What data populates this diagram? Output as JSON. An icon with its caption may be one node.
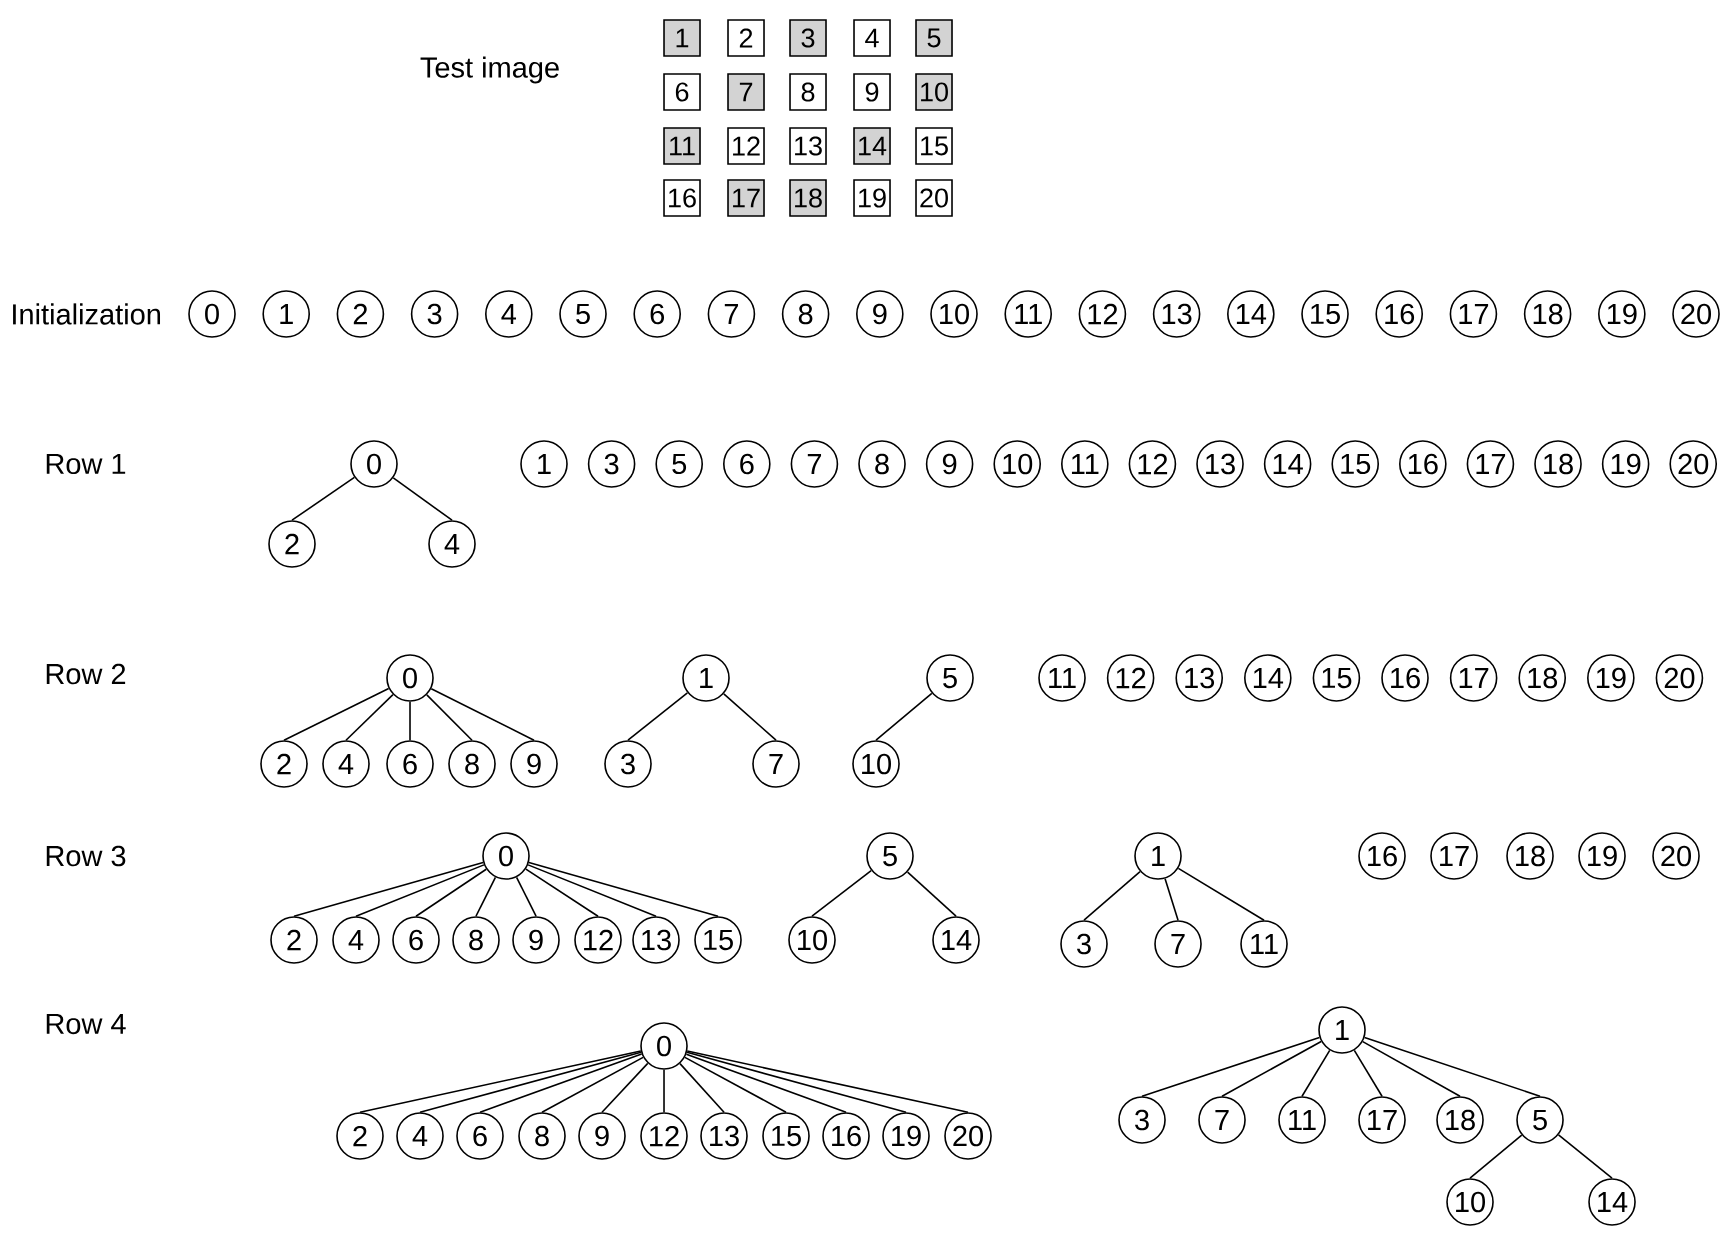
{
  "diagram": {
    "nodes": [
      {
        "text": [
          "0"
        ]
      },
      {
        "text": [
          "1"
        ]
      },
      {
        "text": [
          "2"
        ]
      },
      {
        "text": [
          "3"
        ]
      },
      {
        "text": [
          "4"
        ]
      },
      {
        "text": [
          "5"
        ]
      },
      {
        "text": [
          "6"
        ]
      },
      {
        "text": [
          "7"
        ]
      },
      {
        "text": [
          "8"
        ]
      },
      {
        "text": [
          "9"
        ]
      },
      {
        "text": [
          "10"
        ]
      },
      {
        "text": [
          "11"
        ]
      },
      {
        "text": [
          "12"
        ]
      },
      {
        "text": [
          "13"
        ]
      },
      {
        "text": [
          "14"
        ]
      },
      {
        "text": [
          "15"
        ]
      },
      {
        "text": [
          "16"
        ]
      },
      {
        "text": [
          "17"
        ]
      },
      {
        "text": [
          "18"
        ]
      },
      {
        "text": [
          "19"
        ]
      },
      {
        "text": [
          "20"
        ]
      },
      {
        "text": [
          "0"
        ]
      },
      {
        "text": [
          "2"
        ]
      },
      {
        "text": [
          "4"
        ]
      },
      {
        "text": [
          "1"
        ]
      },
      {
        "text": [
          "3"
        ]
      },
      {
        "text": [
          "5"
        ]
      },
      {
        "text": [
          "6"
        ]
      },
      {
        "text": [
          "7"
        ]
      },
      {
        "text": [
          "8"
        ]
      },
      {
        "text": [
          "9"
        ]
      },
      {
        "text": [
          "10"
        ]
      },
      {
        "text": [
          "11"
        ]
      },
      {
        "text": [
          "12"
        ]
      },
      {
        "text": [
          "13"
        ]
      },
      {
        "text": [
          "14"
        ]
      },
      {
        "text": [
          "15"
        ]
      },
      {
        "text": [
          "16"
        ]
      },
      {
        "text": [
          "17"
        ]
      },
      {
        "text": [
          "18"
        ]
      },
      {
        "text": [
          "19"
        ]
      },
      {
        "text": [
          "20"
        ]
      },
      {
        "text": [
          "0"
        ]
      },
      {
        "text": [
          "2"
        ]
      },
      {
        "text": [
          "4"
        ]
      },
      {
        "text": [
          "6"
        ]
      },
      {
        "text": [
          "8"
        ]
      },
      {
        "text": [
          "9"
        ]
      },
      {
        "text": [
          "1"
        ]
      },
      {
        "text": [
          "3"
        ]
      },
      {
        "text": [
          "7"
        ]
      },
      {
        "text": [
          "5"
        ]
      },
      {
        "text": [
          "10"
        ]
      },
      {
        "text": [
          "11"
        ]
      },
      {
        "text": [
          "12"
        ]
      },
      {
        "text": [
          "13"
        ]
      },
      {
        "text": [
          "14"
        ]
      },
      {
        "text": [
          "15"
        ]
      },
      {
        "text": [
          "16"
        ]
      },
      {
        "text": [
          "17"
        ]
      },
      {
        "text": [
          "18"
        ]
      },
      {
        "text": [
          "19"
        ]
      },
      {
        "text": [
          "20"
        ]
      },
      {
        "text": [
          "0"
        ]
      },
      {
        "text": [
          "2"
        ]
      },
      {
        "text": [
          "4"
        ]
      },
      {
        "text": [
          "6"
        ]
      },
      {
        "text": [
          "8"
        ]
      },
      {
        "text": [
          "9"
        ]
      },
      {
        "text": [
          "12"
        ]
      },
      {
        "text": [
          "13"
        ]
      },
      {
        "text": [
          "15"
        ]
      },
      {
        "text": [
          "5"
        ]
      },
      {
        "text": [
          "10"
        ]
      },
      {
        "text": [
          "14"
        ]
      },
      {
        "text": [
          "1"
        ]
      },
      {
        "text": [
          "3"
        ]
      },
      {
        "text": [
          "7"
        ]
      },
      {
        "text": [
          "11"
        ]
      },
      {
        "text": [
          "16"
        ]
      },
      {
        "text": [
          "17"
        ]
      },
      {
        "text": [
          "18"
        ]
      },
      {
        "text": [
          "19"
        ]
      },
      {
        "text": [
          "20"
        ]
      },
      {
        "text": [
          "0"
        ]
      },
      {
        "text": [
          "2"
        ]
      },
      {
        "text": [
          "4"
        ]
      },
      {
        "text": [
          "6"
        ]
      },
      {
        "text": [
          "8"
        ]
      },
      {
        "text": [
          "9"
        ]
      },
      {
        "text": [
          "12"
        ]
      },
      {
        "text": [
          "13"
        ]
      },
      {
        "text": [
          "15"
        ]
      },
      {
        "text": [
          "16"
        ]
      },
      {
        "text": [
          "19"
        ]
      },
      {
        "text": [
          "20"
        ]
      },
      {
        "text": [
          "1"
        ]
      },
      {
        "text": [
          "3"
        ]
      },
      {
        "text": [
          "7"
        ]
      },
      {
        "text": [
          "11"
        ]
      },
      {
        "text": [
          "17"
        ]
      },
      {
        "text": [
          "18"
        ]
      },
      {
        "text": [
          "5"
        ]
      },
      {
        "text": [
          "10"
        ]
      },
      {
        "text": [
          "14"
        ]
      }
    ],
    "edges": [
      {
        "from": 21,
        "to": 22,
        "arrow": "none"
      },
      {
        "from": 21,
        "to": 23,
        "arrow": "none"
      },
      {
        "from": 42,
        "to": 43,
        "arrow": "none"
      },
      {
        "from": 42,
        "to": 44,
        "arrow": "none"
      },
      {
        "from": 42,
        "to": 45,
        "arrow": "none"
      },
      {
        "from": 42,
        "to": 46,
        "arrow": "none"
      },
      {
        "from": 42,
        "to": 47,
        "arrow": "none"
      },
      {
        "from": 48,
        "to": 49,
        "arrow": "none"
      },
      {
        "from": 48,
        "to": 50,
        "arrow": "none"
      },
      {
        "from": 51,
        "to": 52,
        "arrow": "none"
      },
      {
        "from": 63,
        "to": 64,
        "arrow": "none"
      },
      {
        "from": 63,
        "to": 65,
        "arrow": "none"
      },
      {
        "from": 63,
        "to": 66,
        "arrow": "none"
      },
      {
        "from": 63,
        "to": 67,
        "arrow": "none"
      },
      {
        "from": 63,
        "to": 68,
        "arrow": "none"
      },
      {
        "from": 63,
        "to": 69,
        "arrow": "none"
      },
      {
        "from": 63,
        "to": 70,
        "arrow": "none"
      },
      {
        "from": 63,
        "to": 71,
        "arrow": "none"
      },
      {
        "from": 72,
        "to": 73,
        "arrow": "none"
      },
      {
        "from": 72,
        "to": 74,
        "arrow": "none"
      },
      {
        "from": 75,
        "to": 76,
        "arrow": "none"
      },
      {
        "from": 75,
        "to": 77,
        "arrow": "none"
      },
      {
        "from": 75,
        "to": 78,
        "arrow": "none"
      },
      {
        "from": 84,
        "to": 85,
        "arrow": "none"
      },
      {
        "from": 84,
        "to": 86,
        "arrow": "none"
      },
      {
        "from": 84,
        "to": 87,
        "arrow": "none"
      },
      {
        "from": 84,
        "to": 88,
        "arrow": "none"
      },
      {
        "from": 84,
        "to": 89,
        "arrow": "none"
      },
      {
        "from": 84,
        "to": 90,
        "arrow": "none"
      },
      {
        "from": 84,
        "to": 91,
        "arrow": "none"
      },
      {
        "from": 84,
        "to": 92,
        "arrow": "none"
      },
      {
        "from": 84,
        "to": 93,
        "arrow": "none"
      },
      {
        "from": 84,
        "to": 94,
        "arrow": "none"
      },
      {
        "from": 84,
        "to": 95,
        "arrow": "none"
      },
      {
        "from": 96,
        "to": 97,
        "arrow": "none"
      },
      {
        "from": 96,
        "to": 98,
        "arrow": "none"
      },
      {
        "from": 96,
        "to": 99,
        "arrow": "none"
      },
      {
        "from": 96,
        "to": 100,
        "arrow": "none"
      },
      {
        "from": 96,
        "to": 101,
        "arrow": "none"
      },
      {
        "from": 96,
        "to": 102,
        "arrow": "none"
      },
      {
        "from": 102,
        "to": 103,
        "arrow": "none"
      },
      {
        "from": 102,
        "to": 104,
        "arrow": "none"
      }
    ],
    "labels": [
      "Test image",
      "1",
      "2",
      "3",
      "4",
      "5",
      "6",
      "7",
      "8",
      "9",
      "10",
      "11",
      "12",
      "13",
      "14",
      "15",
      "16",
      "17",
      "18",
      "19",
      "20",
      "Initialization",
      "Row 1",
      "Row 2",
      "Row 3",
      "Row 4"
    ]
  }
}
